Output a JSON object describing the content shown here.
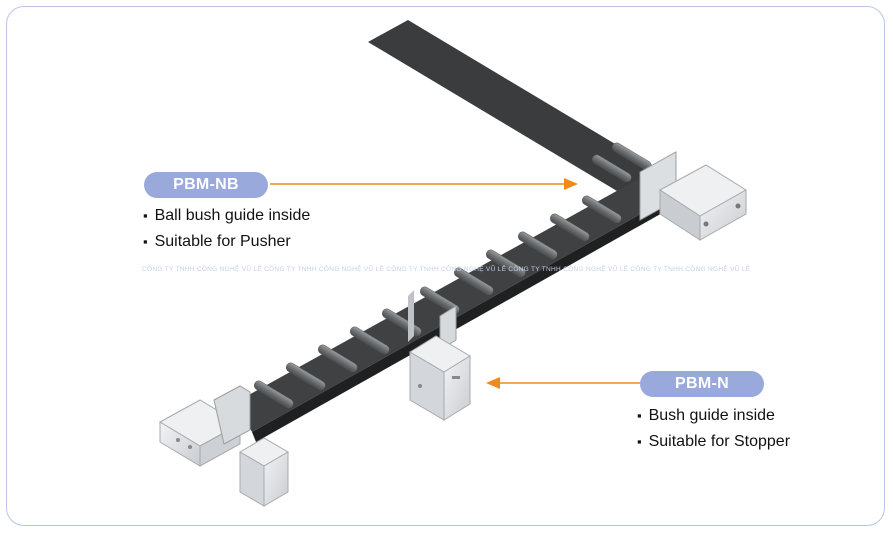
{
  "callouts": {
    "pbm_nb": {
      "label": "PBM-NB",
      "features": [
        "Ball bush guide inside",
        "Suitable for Pusher"
      ]
    },
    "pbm_n": {
      "label": "PBM-N",
      "features": [
        "Bush guide inside",
        "Suitable for Stopper"
      ]
    }
  },
  "watermark": "CÔNG TY TNHH CÔNG NGHỆ VŨ LÊ CÔNG TY TNHH CÔNG NGHỆ VŨ LÊ CÔNG TY TNHH CÔNG NGHỆ VŨ LÊ CÔNG TY TNHH CÔNG NGHỆ VŨ LÊ CÔNG TY TNHH CÔNG NGHỆ VŨ LÊ",
  "colors": {
    "badge": "#9aa9db",
    "arrow": "#f08a1a",
    "belt": "#3a3c3e",
    "frame_border": "#b8c6e6"
  }
}
